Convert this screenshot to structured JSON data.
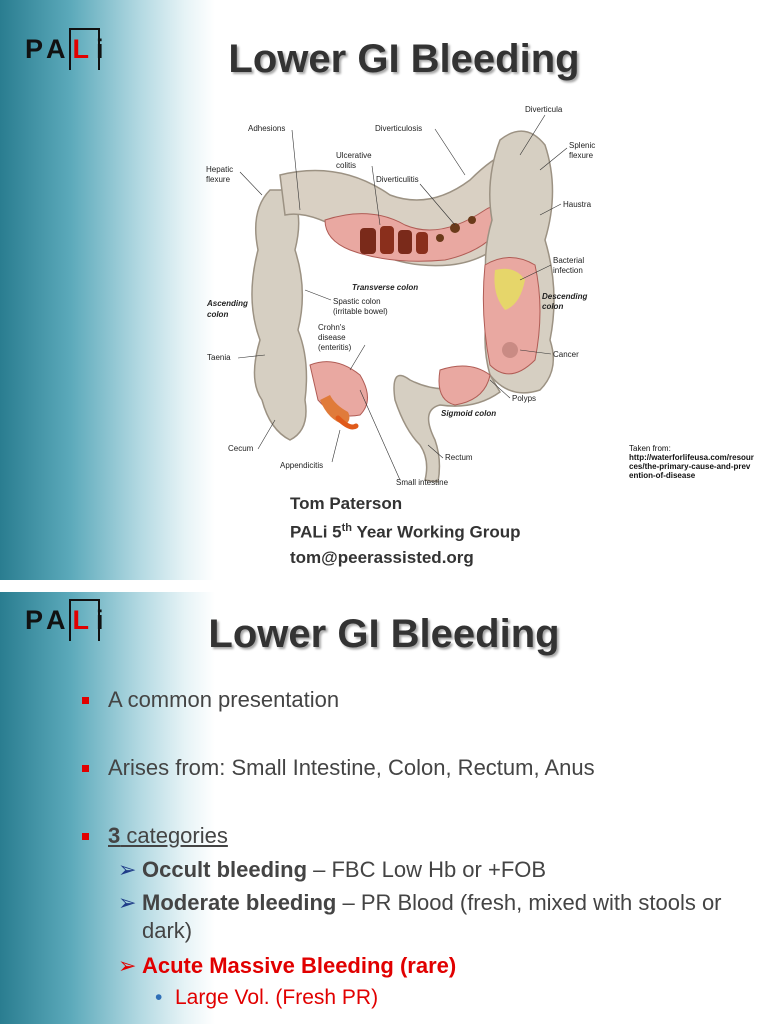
{
  "slide1": {
    "logo": {
      "p": "P",
      "a": "A",
      "l": "L",
      "i": "i"
    },
    "title": "Lower GI Bleeding",
    "figure_labels": {
      "adhesions": "Adhesions",
      "diverticulosis": "Diverticulosis",
      "diverticula": "Diverticula",
      "splenic": "Splenic",
      "flexure_r": "flexure",
      "hepatic": "Hepatic",
      "flexure_l": "flexure",
      "ulcerative": "Ulcerative",
      "colitis": "colitis",
      "diverticulitis": "Diverticulitis",
      "haustra": "Haustra",
      "bacterial": "Bacterial",
      "infection": "infection",
      "transverse": "Transverse colon",
      "descending": "Descending",
      "descending_colon": "colon",
      "ascending": "Ascending",
      "ascending_colon": "colon",
      "spastic": "Spastic colon",
      "irritable": "(irritable bowel)",
      "crohns": "Crohn's",
      "disease": "disease",
      "enteritis": "(enteritis)",
      "taenia": "Taenia",
      "cancer": "Cancer",
      "polyps": "Polyps",
      "sigmoid": "Sigmoid colon",
      "cecum": "Cecum",
      "rectum": "Rectum",
      "appendicitis": "Appendicitis",
      "small_intestine": "Small intestine"
    },
    "source": {
      "head": "Taken from:",
      "url": "http://waterforlifeusa.com/resources/the-primary-cause-and-prevention-of-disease"
    },
    "author": {
      "name": "Tom Paterson",
      "group_pre": "PALi 5",
      "group_sup": "th",
      "group_post": " Year Working Group",
      "email": "tom@peerassisted.org"
    }
  },
  "slide2": {
    "logo": {
      "p": "P",
      "a": "A",
      "l": "L",
      "i": "i"
    },
    "title": "Lower GI Bleeding",
    "bullet1": "A common presentation",
    "bullet2": "Arises from: Small Intestine, Colon, Rectum, Anus",
    "bullet3_num": "3",
    "bullet3_rest": " categories",
    "sub1_bold": "Occult bleeding",
    "sub1_rest": " – FBC Low Hb or +FOB",
    "sub2_bold": "Moderate bleeding",
    "sub2_rest": " – PR Blood (fresh, mixed with stools or dark)",
    "sub3": "Acute Massive Bleeding (rare)",
    "subsub1": "Large Vol. (Fresh PR)"
  },
  "colors": {
    "accent_red": "#e10000",
    "teal": "#2a7d90",
    "arrow_blue": "#1f3c88"
  },
  "icons": {
    "bullet": "red-square",
    "sub": "arrowhead",
    "subsub": "dot"
  }
}
